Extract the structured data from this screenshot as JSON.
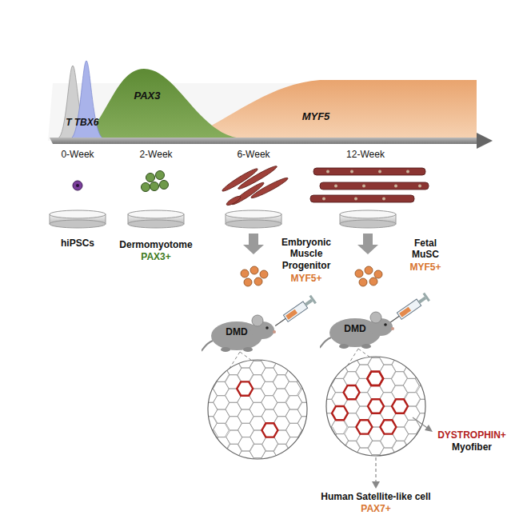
{
  "diagram": {
    "nodes": [
      {
        "text": [
          "DMD"
        ]
      },
      {
        "text": [
          "DMD"
        ]
      }
    ],
    "labels": [
      "T",
      "TBX6",
      "PAX3",
      "MYF5",
      "0-Week",
      "2-Week",
      "6-Week",
      "12-Week",
      "hiPSCs",
      "Dermomyotome",
      "PAX3+",
      "Embryonic Muscle Progenitor",
      "MYF5+",
      "Fetal MuSC",
      "MYF5+",
      "DYSTROPHIN+",
      "Myofiber",
      "Human Satellite-like cell",
      "PAX7+"
    ]
  }
}
